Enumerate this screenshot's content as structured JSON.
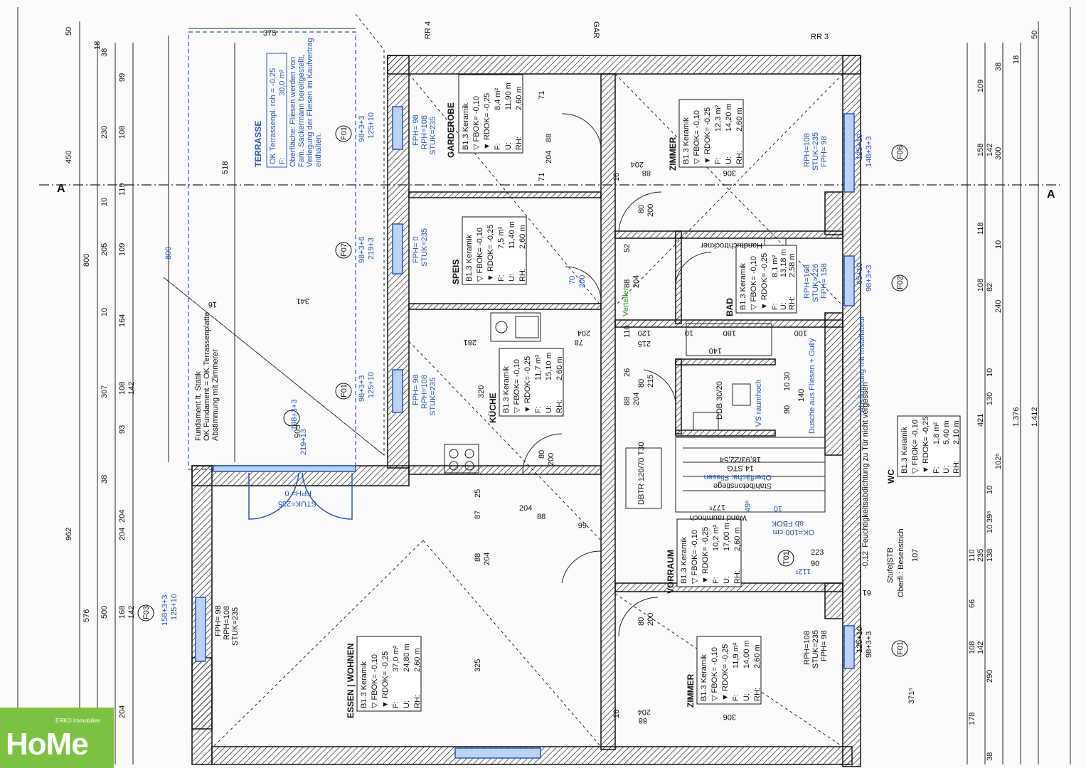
{
  "rooms": [
    {
      "name": "GARDEROBE",
      "material": "B1.3 Keramik",
      "fbok": "▽ FBOK= -0,10",
      "rdok": "▼ RDOK= -0,25",
      "f": "8,4 m²",
      "u": "11,90 m",
      "rh": "2,60 m"
    },
    {
      "name": "ZIMMER",
      "material": "B1.3 Keramik",
      "fbok": "▽ FBOK= -0,10",
      "rdok": "▼ RDOK= -0,25",
      "f": "12,3 m²",
      "u": "14,20 m",
      "rh": "2,60 m"
    },
    {
      "name": "SPEIS",
      "material": "B1.3 Keramik",
      "fbok": "▽ FBOK= -0,10",
      "rdok": "▼ RDOK= -0,25",
      "f": "7,5 m²",
      "u": "11,40 m",
      "rh": "2,60 m"
    },
    {
      "name": "BAD",
      "material": "B1.3 Keramik",
      "fbok": "▽ FBOK= -0,10",
      "rdok": "▼ RDOK= -0,25",
      "f": "8,1 m²",
      "u": "13,18 m",
      "rh": "2,58 m"
    },
    {
      "name": "KÜCHE",
      "material": "B1.3 Keramik",
      "fbok": "▽ FBOK= -0,10",
      "rdok": "▼ RDOK= -0,25",
      "f": "11,7 m²",
      "u": "15,10 m",
      "rh": "2,60 m"
    },
    {
      "name": "WC",
      "material": "B1.3 Keramik",
      "fbok": "▽ FBOK= -0,10",
      "rdok": "▼ RDOK= -0,25",
      "f": "1,8 m²",
      "u": "5,40 m",
      "rh": "2,10 m"
    },
    {
      "name": "VORRAUM",
      "material": "B1.3 Keramik",
      "fbok": "▽ FBOK= -0,10",
      "rdok": "▼ RDOK= -0,25",
      "f": "10,2 m²",
      "u": "17,00 m",
      "rh": "2,60 m"
    },
    {
      "name": "ZIMMER",
      "material": "B1.3 Keramik",
      "fbok": "▽ FBOK= -0,10",
      "rdok": "▼ RDOK= -0,25",
      "f": "11,9 m²",
      "u": "14,00 m",
      "rh": "2,60 m"
    },
    {
      "name": "ESSEN | WOHNEN",
      "material": "B1.3 Keramik",
      "fbok": "▽ FBOK= -0,10",
      "rdok": "▼ RDOK= -0,25",
      "f": "37,0 m²",
      "u": "24,80 m",
      "rh": "2,60 m"
    }
  ],
  "row_labels": {
    "f": "F:",
    "u": "U:",
    "rh": "RH:"
  },
  "terrace": {
    "title": "TERRASSE",
    "ok": "OK Terrassenpl. roh = -0,25",
    "f": "F:",
    "area": "30,0 m²",
    "note1": "Oberfläche: Fliesen werden von",
    "note2": "Fam. Sackermann bereitgestellt,",
    "note3": "Verlegung der Fliesen im Kaufvertrag",
    "note4": "enthalten."
  },
  "fundament": {
    "l1": "Fundament lt. Statik",
    "l2": "OK Fundament = OK Terrassenplatte",
    "l3": "Abstimmung mit Zimmerer"
  },
  "section_mark": "A",
  "windows": [
    {
      "id": "F01",
      "size": "98+3+3",
      "size2": "125+10",
      "spec": "FPH= 98",
      "spec2": "RPH=108",
      "spec3": "STUK=235"
    },
    {
      "id": "F07",
      "size": "98+3+6",
      "size2": "219+3",
      "spec": "FPH= 0",
      "spec2": "STUK=235"
    },
    {
      "id": "F06",
      "size": "148+3+3",
      "size2": "125+10",
      "spec": "RPH=108",
      "spec2": "STUK=235",
      "spec3": "FPH= 98"
    },
    {
      "id": "F02",
      "size": "98+3+3",
      "size2": "65+10",
      "spec": "RPH=168",
      "spec2": "STUK=226",
      "spec3": "FPH= 158"
    },
    {
      "id": "F05",
      "size": "198+3+3",
      "size2": "219+13",
      "spec": "FPH= 0",
      "spec2": "STUK=235"
    },
    {
      "id": "F03",
      "size": "158+3+3",
      "size2": "125+10",
      "spec": "FPH= 98",
      "spec2": "RPH=108",
      "spec3": "STUK=235"
    },
    {
      "id": "T01",
      "size": "223",
      "size2": "90"
    }
  ],
  "annotations": {
    "verteiler": "Verteiler",
    "handtuch": "Handtuchtrockner",
    "ddb": "DDB 30/20",
    "vs": "VS raumhoch",
    "dusche": "Dusche aus Fliesen + Gully",
    "abstimmung": "Abstimmung mit Installateur",
    "stiege": "Stahlbetonstiege",
    "oberflaeche": "Oberfläche: Fliesen",
    "stg": "14 STG",
    "stg2": "18,93/22,54",
    "wand": "Wand raumhoch",
    "ok100": "OK=100 cm",
    "ab": "ab FBOK",
    "dbtr": "DBTR 120/70 T30",
    "feucht": "Feuchtigkeitsabdichtung zu Tür nicht vergessen",
    "stufe": "Stufe|STB",
    "oberfl": "Oberfl.: Besenstrich",
    "level": "-0,12",
    "rr3": "RR 3",
    "rr4": "RR 4",
    "gar": "GAR"
  },
  "dims_left": [
    "50",
    "962",
    "450",
    "800",
    "576",
    "375",
    "518",
    "800",
    "204",
    "204"
  ],
  "dims_left2": [
    "38",
    "230",
    "119",
    "205",
    "307",
    "93",
    "38",
    "168",
    "500"
  ],
  "dims_left3": [
    "18",
    "99",
    "108",
    "10",
    "109",
    "10",
    "164",
    "108",
    "142",
    "204",
    "142"
  ],
  "dims_right": [
    "50",
    "18",
    "38",
    "109",
    "158",
    "142",
    "300",
    "118",
    "10",
    "108",
    "82",
    "240",
    "10",
    "130",
    "421",
    "1.376",
    "1.412",
    "102⁵",
    "10",
    "39⁵",
    "10",
    "110",
    "235",
    "138",
    "66",
    "108",
    "142",
    "290",
    "178",
    "38",
    "371⁵"
  ],
  "dims_inner": [
    "88",
    "204",
    "71",
    "71",
    "88",
    "204",
    "306",
    "80",
    "200",
    "16",
    "52",
    "88",
    "204",
    "70",
    "200",
    "78",
    "204",
    "281",
    "120",
    "215",
    "110",
    "180",
    "100",
    "140",
    "10",
    "26",
    "80",
    "215",
    "88",
    "204",
    "30",
    "140",
    "90",
    "10",
    "80",
    "200",
    "25",
    "87",
    "88",
    "204",
    "66",
    "320",
    "341",
    "16",
    "88",
    "204",
    "325",
    "306",
    "88",
    "204",
    "16",
    "80",
    "200",
    "112⁵",
    "107",
    "61",
    "49⁵",
    "177⁵",
    "10"
  ],
  "logo": {
    "brand": "ERKO Immobilien",
    "word": "HoMe"
  },
  "colors": {
    "wall": "#111111",
    "blue": "#2456b8",
    "logo": "#7cc242"
  }
}
